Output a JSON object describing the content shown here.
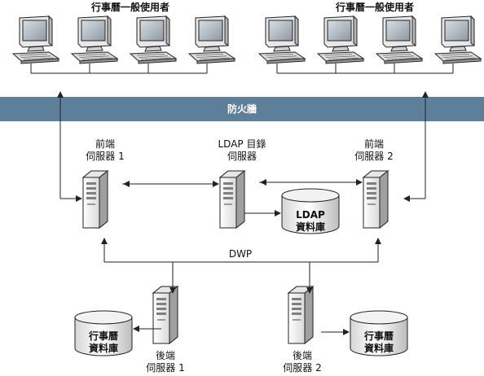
{
  "user_group_left": "行事曆一般使用者",
  "user_group_right": "行事曆一般使用者",
  "firewall": "防火牆",
  "front_end_1": [
    "前端",
    "伺服器 1"
  ],
  "ldap_server": [
    "LDAP 目錄",
    "伺服器"
  ],
  "front_end_2": [
    "前端",
    "伺服器 2"
  ],
  "ldap_db": [
    "LDAP",
    "資料庫"
  ],
  "protocol": "DWP",
  "back_end_1": [
    "後端",
    "伺服器 1"
  ],
  "back_end_2": [
    "後端",
    "伺服器 2"
  ],
  "calendar_db_left": [
    "行事曆",
    "資料庫"
  ],
  "calendar_db_right": [
    "行事曆",
    "資料庫"
  ],
  "colors": {
    "firewall": "#5e7f9a",
    "line": "#222222",
    "device_light": "#f4f4f4",
    "device_mid": "#cfcfcf",
    "device_dark": "#9a9a9a"
  }
}
